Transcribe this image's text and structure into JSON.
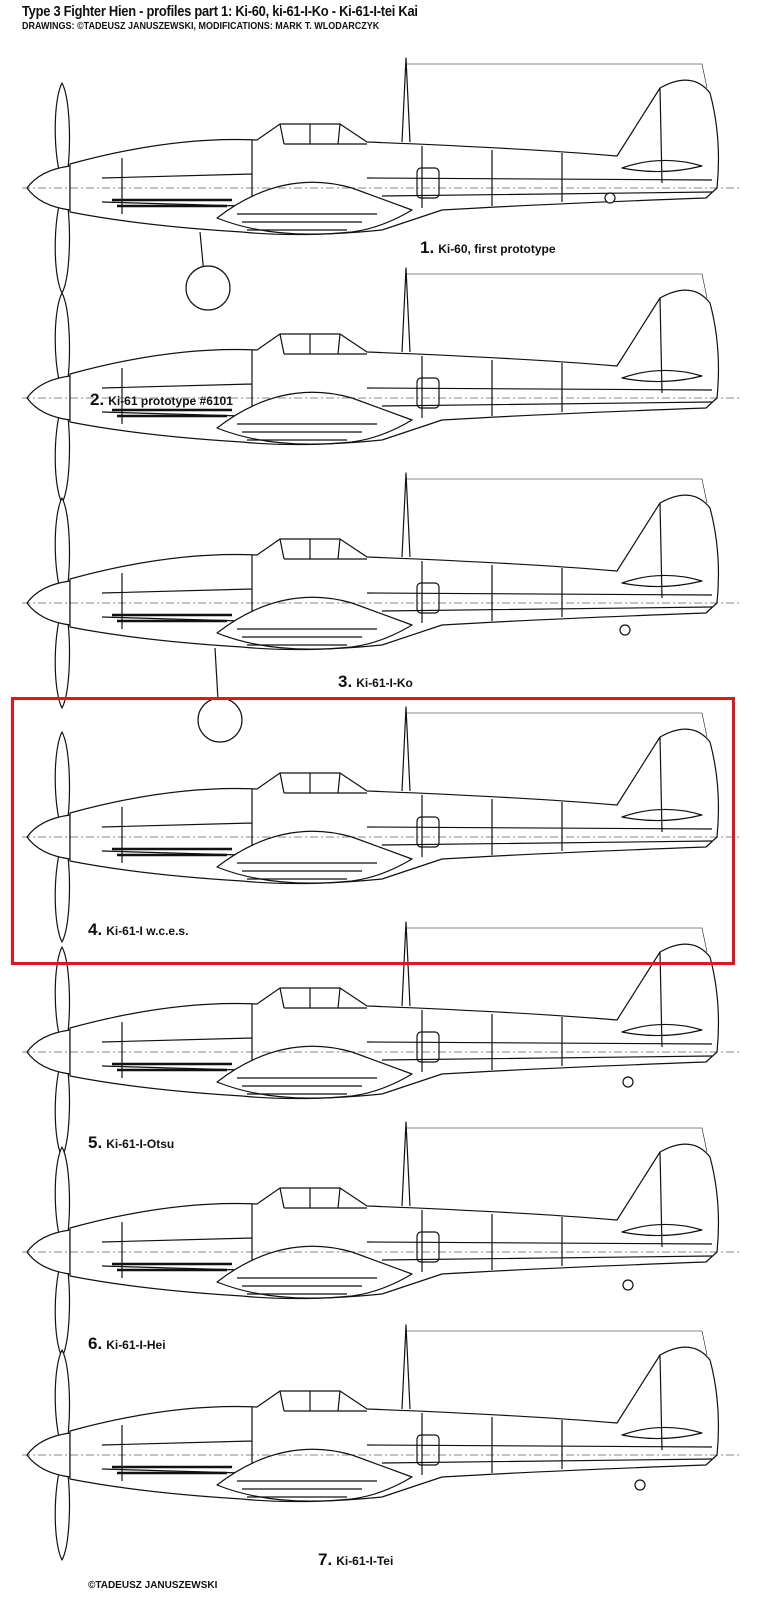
{
  "header": {
    "title": "Type 3 Fighter Hien  - profiles part 1: Ki-60, ki-61-I-Ko  - Ki-61-I-tei Kai",
    "credits": "DRAWINGS: ©TADEUSZ JANUSZEWSKI, MODIFICATIONS: MARK T. WLODARCZYK"
  },
  "profiles": [
    {
      "number": "1.",
      "label": "Ki-60, first prototype"
    },
    {
      "number": "2.",
      "label": "Ki-61 prototype #6101"
    },
    {
      "number": "3.",
      "label": "Ki-61-I-Ko"
    },
    {
      "number": "4.",
      "label": "Ki-61-I w.c.e.s."
    },
    {
      "number": "5.",
      "label": "Ki-61-I-Otsu"
    },
    {
      "number": "6.",
      "label": "Ki-61-I-Hei"
    },
    {
      "number": "7.",
      "label": "Ki-61-I-Tei"
    }
  ],
  "highlight": {
    "profile": "4.",
    "color": "#e8141c"
  },
  "footer": "©TADEUSZ JANUSZEWSKI"
}
